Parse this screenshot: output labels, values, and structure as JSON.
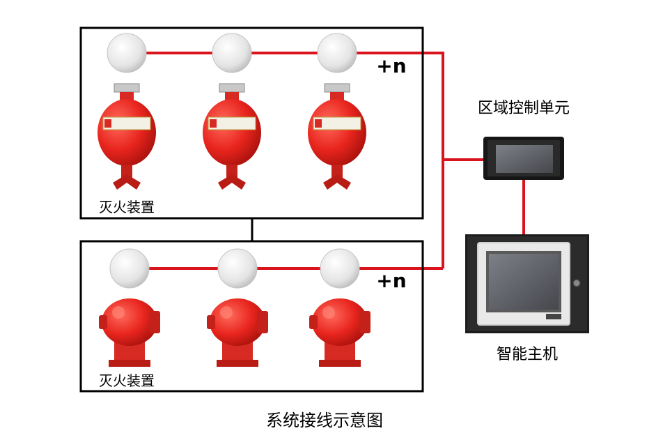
{
  "colors": {
    "wire": "#d9141c",
    "panel_border": "#000000",
    "extinguisher_red": "#e8251e",
    "detector_white": "#ececec",
    "device_dark": "#1a1a1a"
  },
  "zones": [
    {
      "multiplier": "+n",
      "device_label": "灭火装置",
      "device_type": "suspended-spherical-extinguisher",
      "device_count": 3,
      "detector_count": 3
    },
    {
      "multiplier": "+n",
      "device_label": "灭火装置",
      "device_type": "horizontal-cylindrical-extinguisher",
      "device_count": 3,
      "detector_count": 3
    }
  ],
  "control_unit": {
    "label": "区域控制单元",
    "icon": "touch-panel-icon"
  },
  "host": {
    "label": "智能主机",
    "icon": "control-cabinet-icon"
  },
  "caption": "系统接线示意图"
}
